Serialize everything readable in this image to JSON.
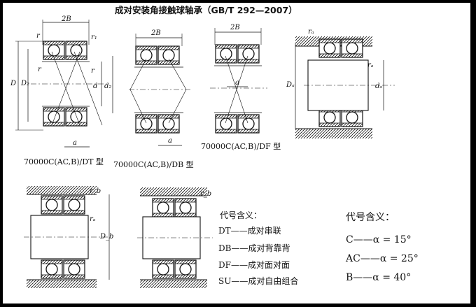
{
  "title": "成对安装角接触球轴承（GB/T 292—2007）",
  "captions": {
    "dt": "70000C(AC,B)/DT 型",
    "db": "70000C(AC,B)/DB 型",
    "df": "70000C(AC,B)/DF 型"
  },
  "dimension_labels": {
    "twoB": "2B",
    "D": "D",
    "D2": "D₂",
    "d": "d",
    "d2": "d₂",
    "a": "a",
    "r": "r",
    "r1": "r₁",
    "ra": "rₐ",
    "rb": "r_b",
    "Da": "Dₐ",
    "da": "dₐ",
    "Db": "D_b"
  },
  "legend_codes": {
    "title": "代号含义：",
    "items": [
      {
        "code": "DT",
        "meaning": "——成对串联"
      },
      {
        "code": "DB",
        "meaning": "——成对背靠背"
      },
      {
        "code": "DF",
        "meaning": "——成对面对面"
      },
      {
        "code": "SU",
        "meaning": "——成对自由组合"
      }
    ]
  },
  "legend_angles": {
    "title": "代号含义：",
    "items": [
      {
        "code": "C",
        "meaning": "——α = 15°"
      },
      {
        "code": "AC",
        "meaning": "——α = 25°"
      },
      {
        "code": "B",
        "meaning": "——α = 40°"
      }
    ]
  }
}
